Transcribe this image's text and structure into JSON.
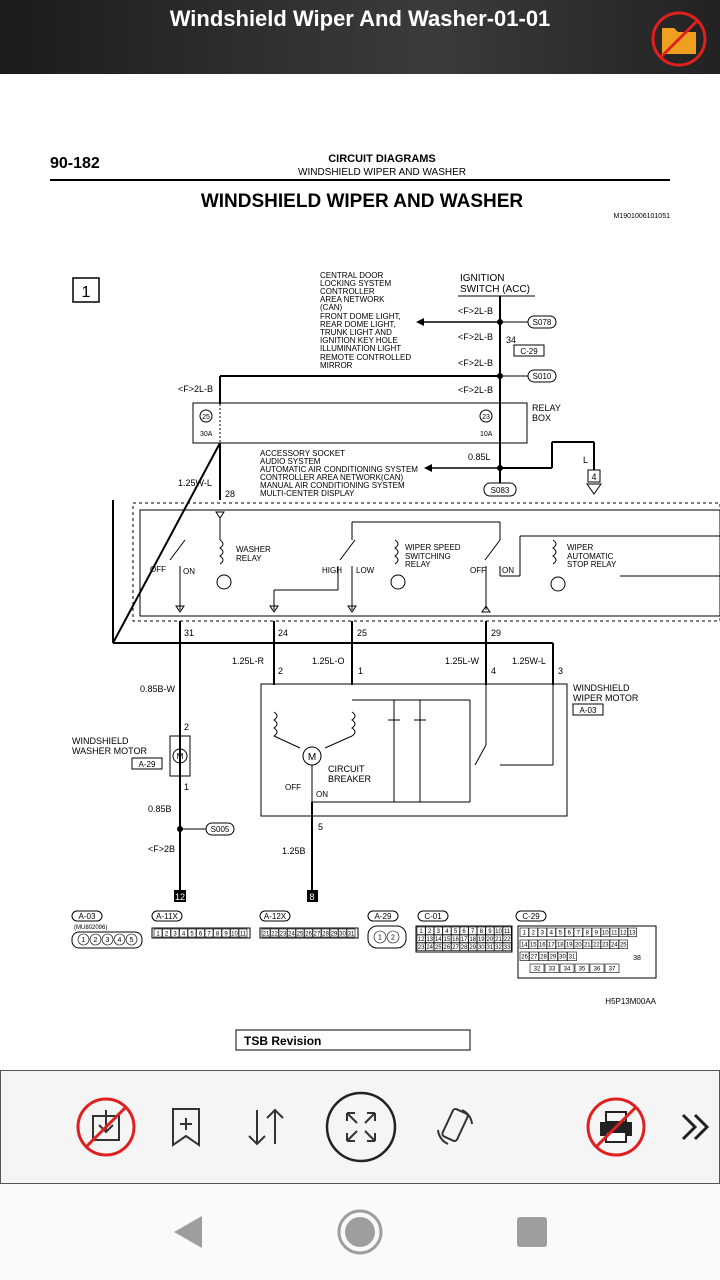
{
  "app": {
    "title": "Windshield Wiper And Washer-01-01",
    "folder_icon": "folder-disabled-icon"
  },
  "document": {
    "page_number": "90-182",
    "section_title": "CIRCUIT DIAGRAMS",
    "section_subtitle": "WINDSHIELD WIPER AND WASHER",
    "main_title": "WINDSHIELD WIPER AND WASHER",
    "doc_code": "M1901006101051",
    "box_number": "1",
    "ignition_label_1": "IGNITION",
    "ignition_label_2": "SWITCH (ACC)",
    "dest_list_top": [
      "CENTRAL DOOR",
      "LOCKING SYSTEM",
      "CONTROLLER",
      "AREA NETWORK",
      "(CAN)",
      "FRONT DOME LIGHT,",
      "REAR DOME LIGHT,",
      "TRUNK LIGHT AND",
      "IGNITION KEY HOLE",
      "ILLUMINATION LIGHT",
      "REMOTE CONTROLLED",
      "MIRROR"
    ],
    "f2lb": "<F>2L-B",
    "connector_s078": "S078",
    "connector_c29": "C-29",
    "connector_s010": "S010",
    "connector_s083": "S083",
    "connector_s005": "S005",
    "pin_34": "34",
    "relay_box_1": "RELAY",
    "relay_box_2": "BOX",
    "fuse_25": "25",
    "fuse_23": "23",
    "fuse_30a": "30A",
    "fuse_10a": "10A",
    "dest_list_mid": [
      "ACCESSORY SOCKET",
      "AUDIO SYSTEM",
      "AUTOMATIC AIR CONDITIONING SYSTEM",
      "CONTROLLER AREA NETWORK(CAN)",
      "MANUAL AIR CONDITIONING SYSTEM",
      "MULTI-CENTER DISPLAY"
    ],
    "wire_085l": "0.85L",
    "wire_125wl": "1.25W-L",
    "pin_28": "28",
    "label_l": "L",
    "label_4": "4",
    "washer_relay": [
      "WASHER",
      "RELAY"
    ],
    "wiper_speed_relay": [
      "WIPER SPEED",
      "SWITCHING",
      "RELAY"
    ],
    "wiper_auto_relay": [
      "WIPER",
      "AUTOMATIC",
      "STOP RELAY"
    ],
    "off": "OFF",
    "on": "ON",
    "high": "HIGH",
    "low": "LOW",
    "pins_bottom": [
      "31",
      "24",
      "25",
      "29"
    ],
    "wire_125lr": "1.25L-R",
    "wire_125lo": "1.25L-O",
    "wire_125lw": "1.25L-W",
    "wire_125wl2": "1.25W-L",
    "motor_pins": [
      "2",
      "1",
      "4",
      "3"
    ],
    "wiper_motor": [
      "WINDSHIELD",
      "WIPER MOTOR"
    ],
    "conn_a03": "A-03",
    "wire_085bw": "0.85B-W",
    "washer_motor": [
      "WINDSHIELD",
      "WASHER MOTOR"
    ],
    "conn_a29": "A-29",
    "pin_2": "2",
    "pin_1": "1",
    "wire_085b": "0.85B",
    "f2b": "<F>2B",
    "circuit_breaker": [
      "CIRCUIT",
      "BREAKER"
    ],
    "off_dots": "OFF",
    "on_cb": "ON",
    "pin_5": "5",
    "wire_125b": "1.25B",
    "ground_12": "12",
    "ground_8": "8",
    "conn_labels": [
      "A-03",
      "A-11X",
      "A-12X",
      "A-29",
      "C-01",
      "C-29"
    ],
    "mu_code": "(MU802096)",
    "a03_pins": [
      "1",
      "2",
      "3",
      "4",
      "5"
    ],
    "a11x_pins": [
      "1",
      "2",
      "3",
      "4",
      "5",
      "6",
      "7",
      "8",
      "9",
      "10",
      "11"
    ],
    "a12x_pins": [
      "21",
      "22",
      "23",
      "24",
      "25",
      "26",
      "27",
      "28",
      "29",
      "30",
      "31"
    ],
    "a29_pins": [
      "1",
      "2"
    ],
    "c01_pins": [
      "1",
      "2",
      "3",
      "4",
      "5",
      "6",
      "7",
      "8",
      "9",
      "10",
      "11",
      "12",
      "13",
      "14",
      "15",
      "16",
      "17",
      "18",
      "19",
      "20",
      "21",
      "22",
      "23",
      "24",
      "25",
      "26",
      "27",
      "28",
      "29",
      "30",
      "31",
      "32",
      "33"
    ],
    "c29_pins_r1": [
      "1",
      "2",
      "3",
      "4",
      "5",
      "6",
      "7",
      "8",
      "9",
      "10",
      "11",
      "12",
      "13"
    ],
    "c29_pins_r2": [
      "14",
      "15",
      "16",
      "17",
      "18",
      "19",
      "20",
      "21",
      "22",
      "23",
      "24",
      "25"
    ],
    "c29_pins_r3": [
      "26",
      "27",
      "28",
      "29",
      "30",
      "31"
    ],
    "c29_pins_r4": [
      "32",
      "33",
      "34",
      "35",
      "36",
      "37"
    ],
    "c29_pin_38": "38",
    "figure_code": "H5P13M00AA",
    "tsb_revision": "TSB Revision"
  },
  "toolbar": {
    "items": [
      "download-disabled-icon",
      "bookmark-add-icon",
      "sort-icon",
      "fullscreen-icon",
      "rotate-icon",
      "print-disabled-icon",
      "more-chevron-icon"
    ]
  },
  "navbar": {
    "items": [
      "back-icon",
      "home-icon",
      "recents-icon"
    ]
  },
  "colors": {
    "disabled_red": "#e02020",
    "toolbar_bg": "#f5f5f5",
    "nav_gray": "#9e9e9e"
  }
}
